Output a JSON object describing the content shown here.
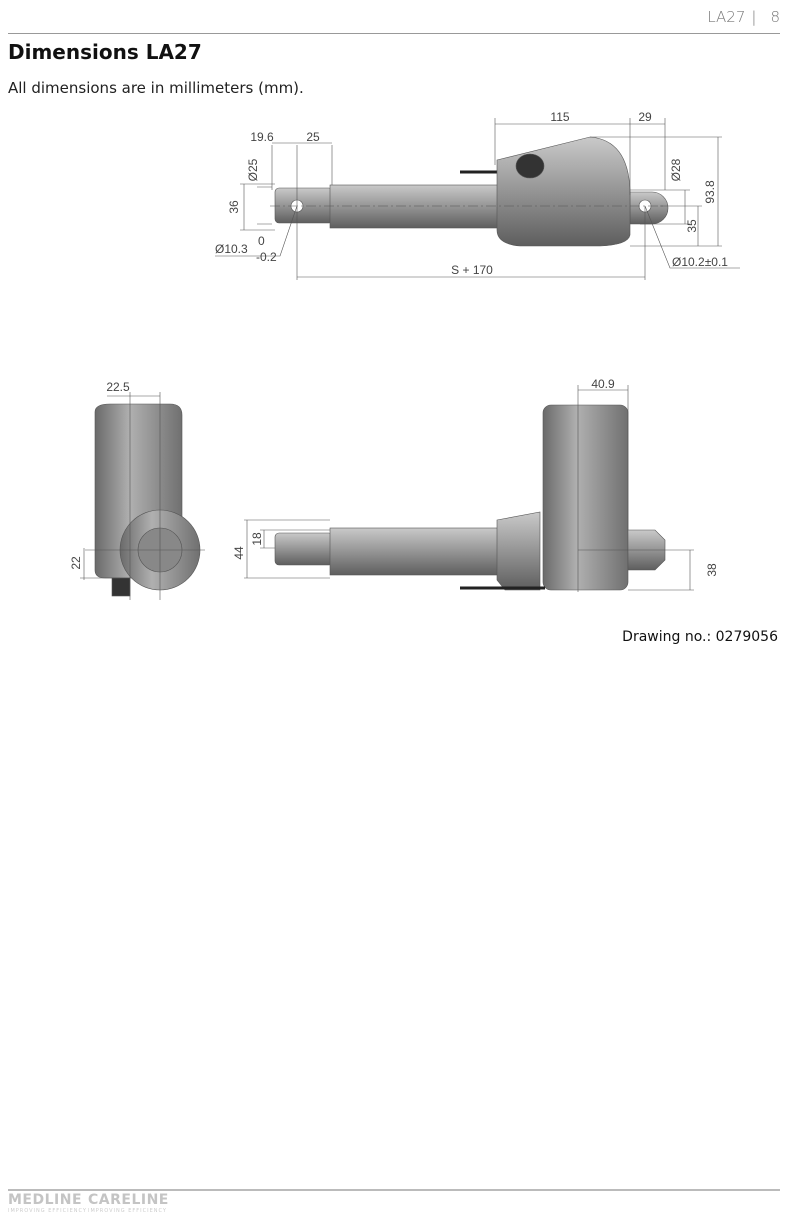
{
  "header": {
    "product": "LA27",
    "page": "8"
  },
  "title": "Dimensions LA27",
  "intro": "All dimensions are in millimeters (mm).",
  "drawing_top": {
    "dims": {
      "d115": "115",
      "d29": "29",
      "d19_6": "19.6",
      "d25": "25",
      "dia25": "Ø25",
      "d36": "36",
      "dia10_3": "Ø10.3",
      "tol_up": "0",
      "tol_low": "-0.2",
      "s170": "S + 170",
      "dia28": "Ø28",
      "d93_8": "93.8",
      "d35": "35",
      "dia10_2": "Ø10.2±0.1"
    }
  },
  "drawing_side": {
    "dims": {
      "d22_5": "22.5",
      "d22": "22"
    }
  },
  "drawing_front": {
    "dims": {
      "d40_9": "40.9",
      "d18": "18",
      "d44": "44",
      "d38": "38"
    }
  },
  "drawing_no": "Drawing no.: 0279056",
  "footer": {
    "logo1": "MEDLINE",
    "logo2": "CARELINE",
    "tagline": "IMPROVING EFFICIENCY"
  }
}
